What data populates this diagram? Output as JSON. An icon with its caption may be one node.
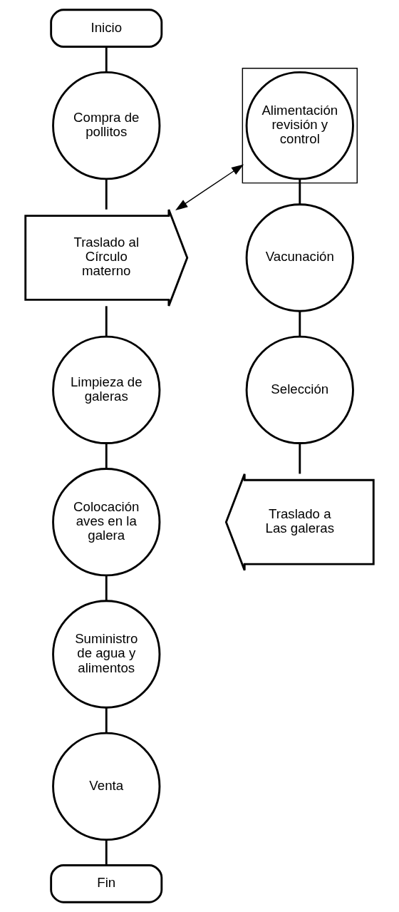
{
  "diagram": {
    "nodes": [
      {
        "text": [
          "Inicio"
        ]
      },
      {
        "text": [
          "Compra de pollitos"
        ]
      },
      {
        "text": [
          "Traslado al Círculo materno"
        ]
      },
      {
        "text": [
          "Limpieza de galeras"
        ]
      },
      {
        "text": [
          "Colocación aves en la galera"
        ]
      },
      {
        "text": [
          "Suministro de agua y alimentos"
        ]
      },
      {
        "text": [
          "Venta"
        ]
      },
      {
        "text": [
          "Fin"
        ]
      },
      {
        "text": [],
        "shape": "box"
      },
      {
        "text": [
          "Alimentación revisión y control"
        ],
        "in": 8
      },
      {
        "text": [
          "Vacunación"
        ]
      },
      {
        "text": [
          "Selección"
        ]
      },
      {
        "text": [
          "Traslado a Las galeras"
        ]
      }
    ],
    "edges": [
      {
        "from": 0,
        "to": 1,
        "arrow": "none"
      },
      {
        "from": 1,
        "to": 2,
        "arrow": "none"
      },
      {
        "from": 2,
        "to": 3,
        "arrow": "none"
      },
      {
        "from": 3,
        "to": 4,
        "arrow": "none"
      },
      {
        "from": 4,
        "to": 5,
        "arrow": "none"
      },
      {
        "from": 5,
        "to": 6,
        "arrow": "none"
      },
      {
        "from": 6,
        "to": 7,
        "arrow": "none"
      },
      {
        "from": 2,
        "to": 8,
        "arrow": "both"
      },
      {
        "from": 9,
        "to": 10,
        "arrow": "none"
      },
      {
        "from": 10,
        "to": 11,
        "arrow": "none"
      },
      {
        "from": 11,
        "to": 12,
        "arrow": "none"
      }
    ]
  }
}
